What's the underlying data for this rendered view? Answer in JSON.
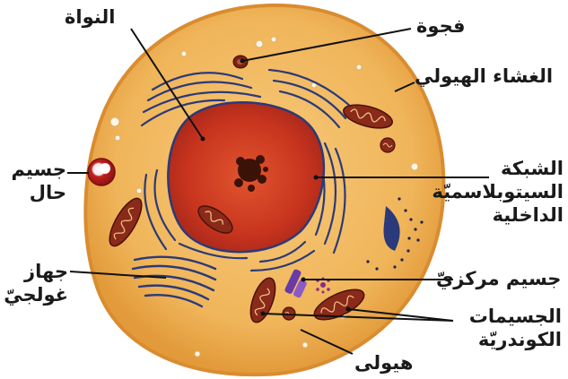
{
  "labels": {
    "nucleus": "النواة",
    "vacuole": "فجوة",
    "cell_membrane": "الغشاء الهيولي",
    "lysosome": [
      "جسيم",
      "حال"
    ],
    "endoplasmic_reticulum": [
      "الشبكة",
      "السيتوبلاسميّة",
      "الداخلية"
    ],
    "golgi": [
      "جهاز",
      "غولجيّ"
    ],
    "centrosome": "جسيم مركزيّ",
    "mitochondria": [
      "الجسيمات",
      "الكوندريّة"
    ],
    "cytoplasm": "هيولى"
  },
  "colors": {
    "cytoplasm": "#f2b458",
    "membrane": "#e39a3c",
    "nucleus": "#c8341e",
    "nucleolus": "#3a1208",
    "er": "#2a3a7a",
    "mitochondria": "#8a2a1a",
    "lysosome": "#c21f1f",
    "centrosome": "#6a3aa6",
    "leader": "#111111"
  }
}
